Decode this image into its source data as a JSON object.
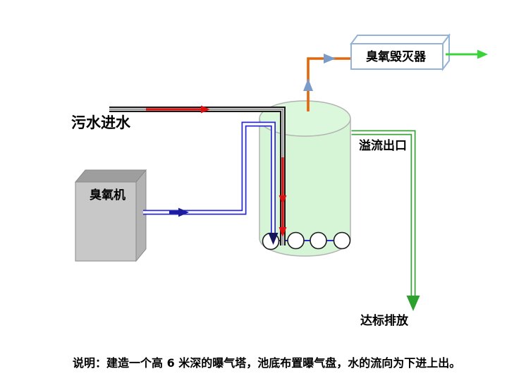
{
  "diagram": {
    "nodes": {
      "ozone_destroyer": "臭氧毁灭器",
      "ozone_generator": "臭氧机"
    },
    "labels": {
      "sewage_inlet": "污水进水",
      "overflow_outlet": "溢流出口",
      "discharge_outlet": "达标排放"
    },
    "note": "说明：建造一个高 6 米深的曝气塔，池底布置曝气盘，水的流向为下进上出。",
    "colors": {
      "sewage_pipe": "#1a1a1a",
      "flow_arrow_red": "#dd1111",
      "ozone_pipe_blue": "#2b2bd0",
      "ozone_arrow_navy": "#1c1c9c",
      "overflow_pipe_green": "#3aa33a",
      "discharge_arrow_green": "#2da12d",
      "exit_arrow_green": "#3ad43a",
      "offgas_line_orange": "#e3670a",
      "offgas_arrow_slate": "#7b9cc9",
      "tank_fill": "#d6f5d6",
      "tank_stroke": "#b3b3b3",
      "box_stroke": "#95b3d7",
      "machine_front": "#c8c8c8",
      "machine_top": "#9e9e9e",
      "machine_side": "#b2b2b2"
    }
  }
}
